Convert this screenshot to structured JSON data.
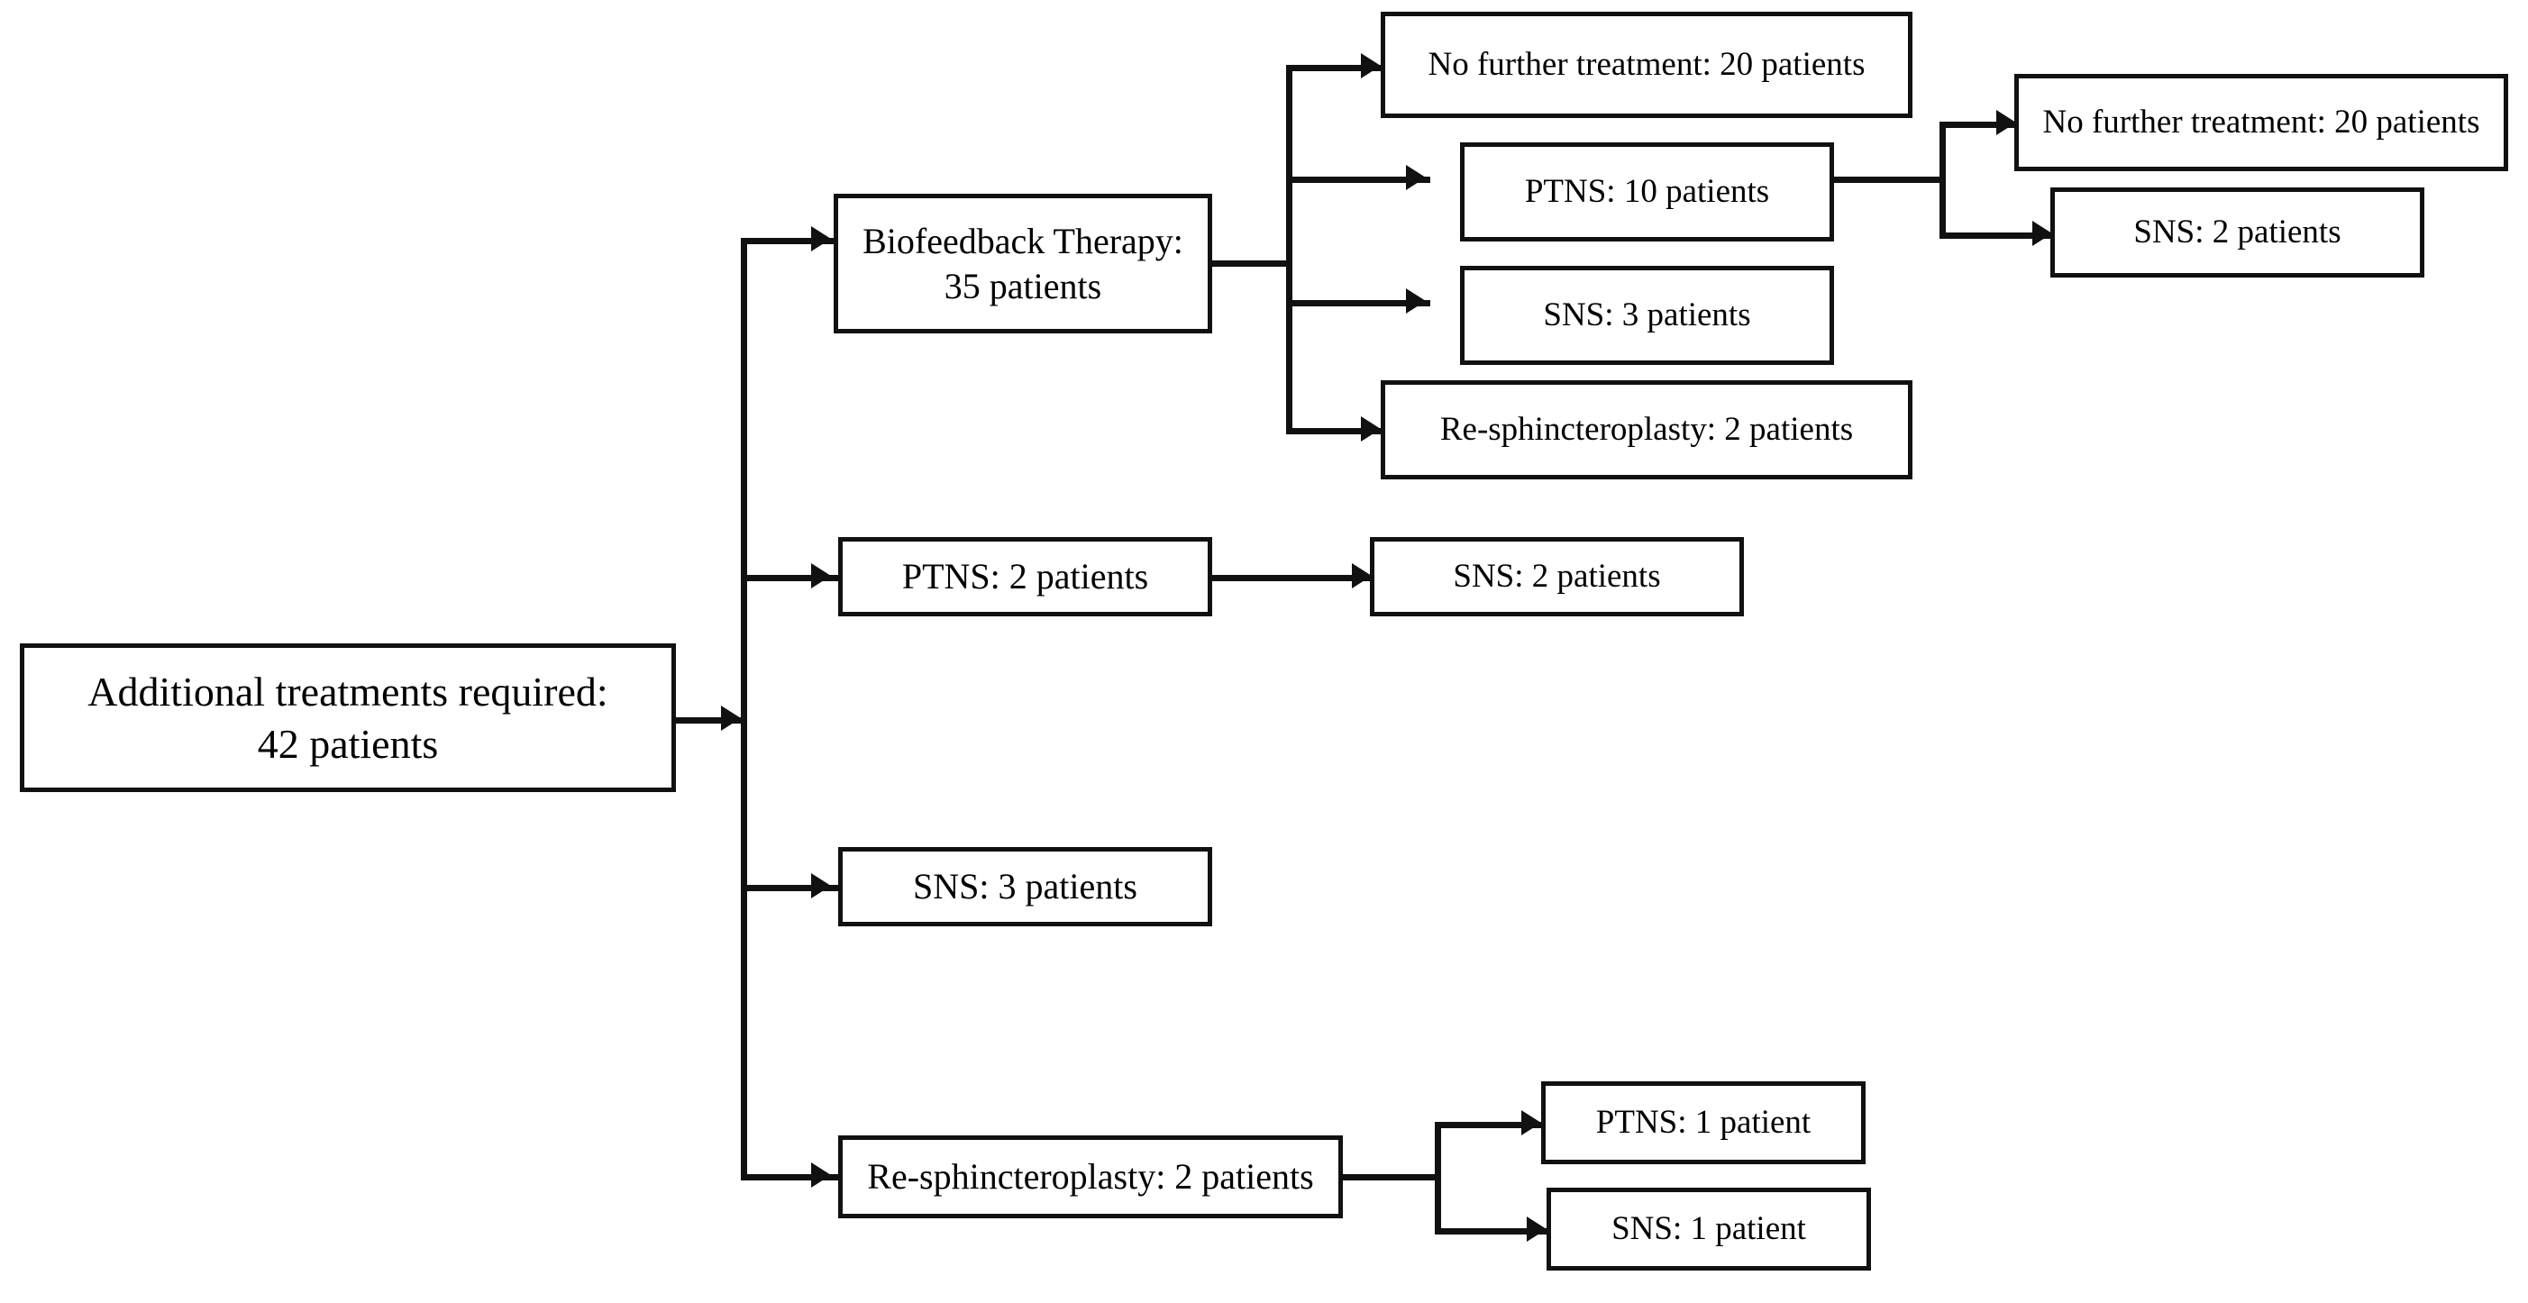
{
  "diagram": {
    "title": "Additional treatments required flowchart",
    "type": "flowchart",
    "orientation": "left-to-right",
    "colors": {
      "box_border": "#111111",
      "box_fill": "#ffffff",
      "connector": "#111111",
      "text": "#000000",
      "background": "#ffffff"
    }
  },
  "nodes": {
    "root": {
      "label": "Additional treatments required:\n42 patients",
      "treatment": "Additional treatments required",
      "patients": 42
    },
    "biofeedback": {
      "label": "Biofeedback Therapy:\n35 patients",
      "treatment": "Biofeedback Therapy",
      "patients": 35
    },
    "bf_no_further": {
      "label": "No further treatment: 20 patients",
      "treatment": "No further treatment",
      "patients": 20
    },
    "bf_ptns": {
      "label": "PTNS: 10 patients",
      "treatment": "PTNS",
      "patients": 10
    },
    "bf_sns": {
      "label": "SNS: 3 patients",
      "treatment": "SNS",
      "patients": 3
    },
    "bf_resphincter": {
      "label": "Re-sphincteroplasty: 2 patients",
      "treatment": "Re-sphincteroplasty",
      "patients": 2
    },
    "ptns10_no_further": {
      "label": "No further treatment: 20 patients",
      "treatment": "No further treatment",
      "patients": 20
    },
    "ptns10_sns": {
      "label": "SNS: 2 patients",
      "treatment": "SNS",
      "patients": 2
    },
    "ptns2": {
      "label": "PTNS: 2 patients",
      "treatment": "PTNS",
      "patients": 2
    },
    "ptns2_sns": {
      "label": "SNS: 2 patients",
      "treatment": "SNS",
      "patients": 2
    },
    "sns3": {
      "label": "SNS: 3 patients",
      "treatment": "SNS",
      "patients": 3
    },
    "resphincter2": {
      "label": "Re-sphincteroplasty: 2 patients",
      "treatment": "Re-sphincteroplasty",
      "patients": 2
    },
    "resph_ptns": {
      "label": "PTNS: 1 patient",
      "treatment": "PTNS",
      "patients": 1
    },
    "resph_sns": {
      "label": "SNS: 1 patient",
      "treatment": "SNS",
      "patients": 1
    }
  },
  "edges": [
    {
      "from": "root",
      "to": "biofeedback"
    },
    {
      "from": "root",
      "to": "ptns2"
    },
    {
      "from": "root",
      "to": "sns3"
    },
    {
      "from": "root",
      "to": "resphincter2"
    },
    {
      "from": "biofeedback",
      "to": "bf_no_further"
    },
    {
      "from": "biofeedback",
      "to": "bf_ptns"
    },
    {
      "from": "biofeedback",
      "to": "bf_sns"
    },
    {
      "from": "biofeedback",
      "to": "bf_resphincter"
    },
    {
      "from": "bf_ptns",
      "to": "ptns10_no_further"
    },
    {
      "from": "bf_ptns",
      "to": "ptns10_sns"
    },
    {
      "from": "ptns2",
      "to": "ptns2_sns"
    },
    {
      "from": "resphincter2",
      "to": "resph_ptns"
    },
    {
      "from": "resphincter2",
      "to": "resph_sns"
    }
  ]
}
